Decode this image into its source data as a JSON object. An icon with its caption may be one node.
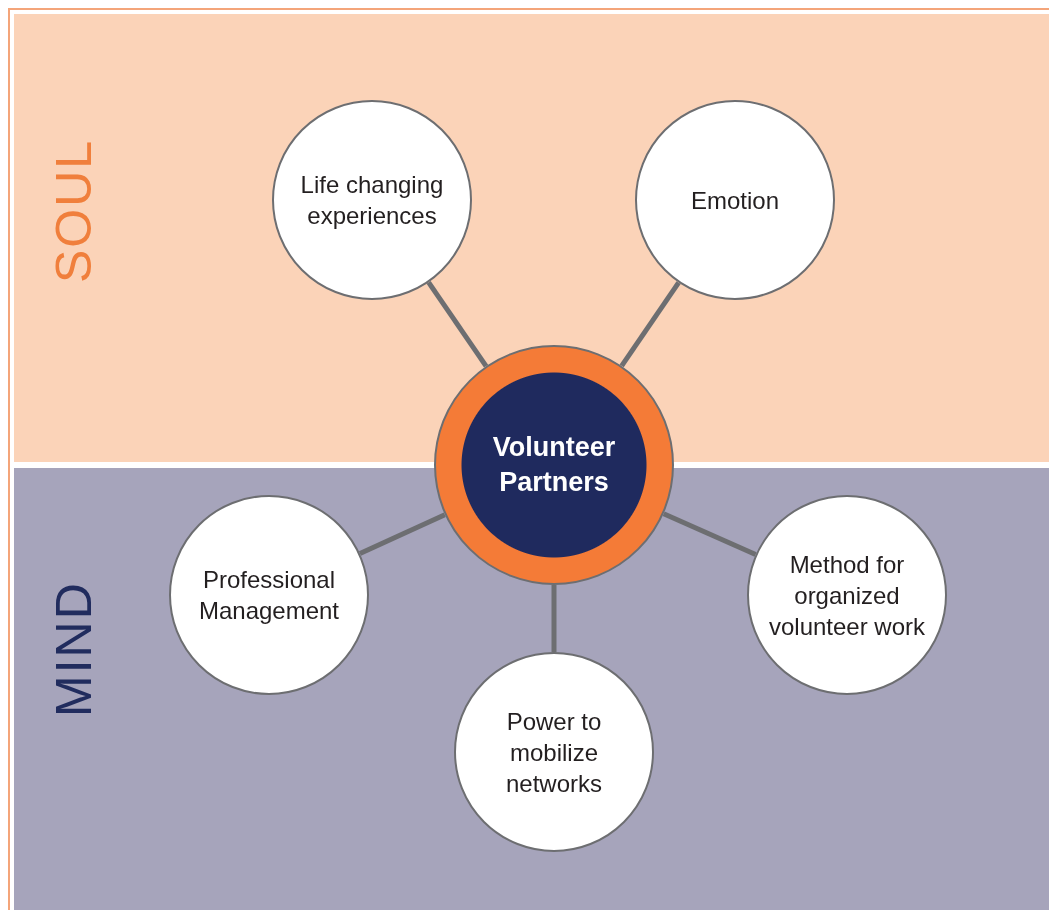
{
  "diagram": {
    "nodes": [
      {
        "text": [
          "SOUL"
        ]
      },
      {
        "text": [
          "Life changing experiences"
        ],
        "in": 0
      },
      {
        "text": [
          "Emotion"
        ],
        "in": 0
      },
      {
        "text": [
          "Volunteer Partners"
        ]
      },
      {
        "text": [
          "MIND"
        ]
      },
      {
        "text": [
          "Professional Management"
        ],
        "in": 4
      },
      {
        "text": [
          "Power to mobilize networks"
        ],
        "in": 4
      },
      {
        "text": [
          "Method for organized volunteer work"
        ],
        "in": 4
      }
    ],
    "edges": [
      {
        "from": 3,
        "to": 1,
        "arrow": "none"
      },
      {
        "from": 3,
        "to": 2,
        "arrow": "none"
      },
      {
        "from": 3,
        "to": 5,
        "arrow": "none"
      },
      {
        "from": 3,
        "to": 6,
        "arrow": "none"
      },
      {
        "from": 3,
        "to": 7,
        "arrow": "none"
      }
    ]
  }
}
